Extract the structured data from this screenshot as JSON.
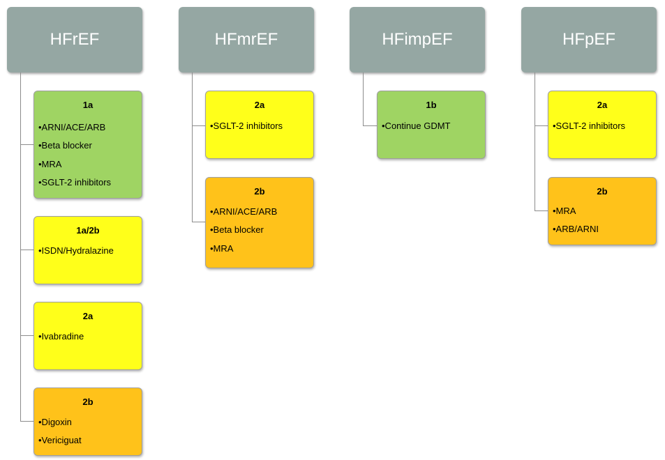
{
  "columns": [
    {
      "title": "HFrEF",
      "boxes": [
        {
          "title": "1a",
          "color": "#9fd463",
          "items": [
            "•ARNI/ACE/ARB",
            "•Beta blocker",
            "•MRA",
            "•SGLT-2 inhibitors"
          ]
        },
        {
          "title": "1a/2b",
          "color": "#ffff1a",
          "items": [
            "•ISDN/Hydralazine"
          ]
        },
        {
          "title": "2a",
          "color": "#ffff1a",
          "items": [
            "•Ivabradine"
          ]
        },
        {
          "title": "2b",
          "color": "#ffc21a",
          "items": [
            "•Digoxin",
            "•Vericiguat"
          ]
        }
      ]
    },
    {
      "title": "HFmrEF",
      "boxes": [
        {
          "title": "2a",
          "color": "#ffff1a",
          "items": [
            "•SGLT-2 inhibitors"
          ]
        },
        {
          "title": "2b",
          "color": "#ffc21a",
          "items": [
            "•ARNI/ACE/ARB",
            "•Beta blocker",
            "•MRA"
          ]
        }
      ]
    },
    {
      "title": "HFimpEF",
      "boxes": [
        {
          "title": "1b",
          "color": "#9fd463",
          "items": [
            "•Continue GDMT"
          ]
        }
      ]
    },
    {
      "title": "HFpEF",
      "boxes": [
        {
          "title": "2a",
          "color": "#ffff1a",
          "items": [
            "•SGLT-2 inhibitors"
          ]
        },
        {
          "title": "2b",
          "color": "#ffc21a",
          "items": [
            "•MRA",
            "•ARB/ARNI"
          ]
        }
      ]
    }
  ]
}
